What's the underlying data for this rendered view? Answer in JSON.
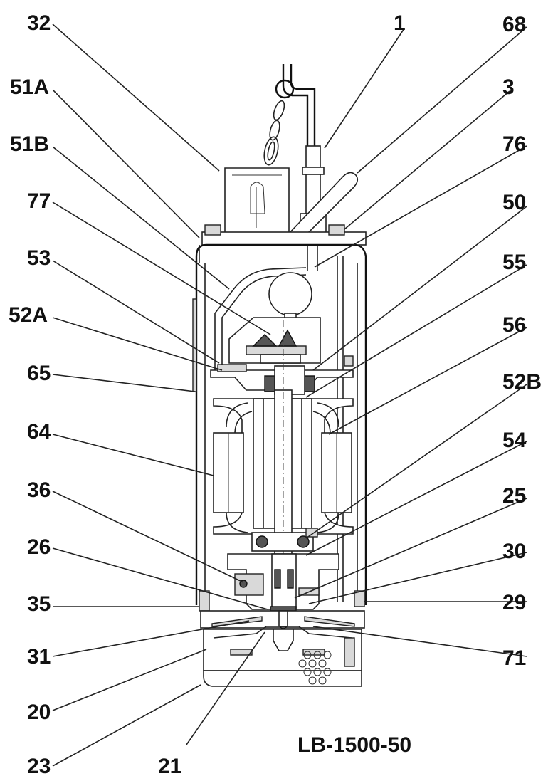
{
  "title": "LB-1500-50",
  "labels": {
    "l1": "1",
    "l68": "68",
    "l3": "3",
    "l76": "76",
    "l50": "50",
    "l55": "55",
    "l56": "56",
    "l52B": "52B",
    "l54": "54",
    "l25": "25",
    "l30": "30",
    "l29": "29",
    "l71": "71",
    "l32": "32",
    "l51A": "51A",
    "l51B": "51B",
    "l77": "77",
    "l53": "53",
    "l52A": "52A",
    "l65": "65",
    "l64": "64",
    "l36": "36",
    "l26": "26",
    "l35": "35",
    "l31": "31",
    "l20": "20",
    "l23": "23",
    "l21": "21"
  }
}
